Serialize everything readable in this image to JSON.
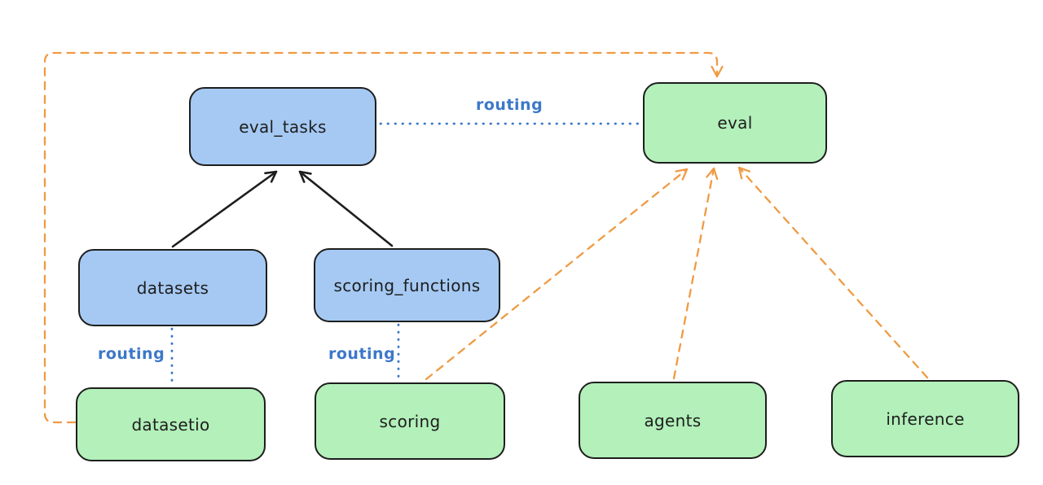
{
  "diagram": {
    "title": "",
    "nodes": {
      "eval_tasks": {
        "label": "eval_tasks",
        "color": "blue"
      },
      "eval": {
        "label": "eval",
        "color": "green"
      },
      "datasets": {
        "label": "datasets",
        "color": "blue"
      },
      "scoring_functions": {
        "label": "scoring_functions",
        "color": "blue"
      },
      "datasetio": {
        "label": "datasetio",
        "color": "green"
      },
      "scoring": {
        "label": "scoring",
        "color": "green"
      },
      "agents": {
        "label": "agents",
        "color": "green"
      },
      "inference": {
        "label": "inference",
        "color": "green"
      }
    },
    "edge_labels": {
      "eval_tasks_eval": "routing",
      "datasets_datasetio": "routing",
      "scoring_functions_scoring": "routing"
    },
    "edges": [
      {
        "from": "datasets",
        "to": "eval_tasks",
        "style": "solid-black-arrow"
      },
      {
        "from": "scoring_functions",
        "to": "eval_tasks",
        "style": "solid-black-arrow"
      },
      {
        "from": "eval_tasks",
        "to": "eval",
        "style": "dotted-blue",
        "label": "routing"
      },
      {
        "from": "datasets",
        "to": "datasetio",
        "style": "dotted-blue",
        "label": "routing"
      },
      {
        "from": "scoring_functions",
        "to": "scoring",
        "style": "dotted-blue",
        "label": "routing"
      },
      {
        "from": "scoring",
        "to": "eval",
        "style": "dashed-orange-arrow"
      },
      {
        "from": "agents",
        "to": "eval",
        "style": "dashed-orange-arrow"
      },
      {
        "from": "inference",
        "to": "eval",
        "style": "dashed-orange-arrow"
      },
      {
        "from": "datasetio",
        "to": "eval",
        "style": "dashed-orange-arrow-loop"
      }
    ],
    "colors": {
      "blue_fill": "#a5c9f3",
      "green_fill": "#b3f0ba",
      "stroke": "#1e1e1e",
      "routing_text": "#3c78c8",
      "blue_dotted": "#3c78c8",
      "orange_dashed": "#ef9b43",
      "background": "#ffffff"
    }
  }
}
